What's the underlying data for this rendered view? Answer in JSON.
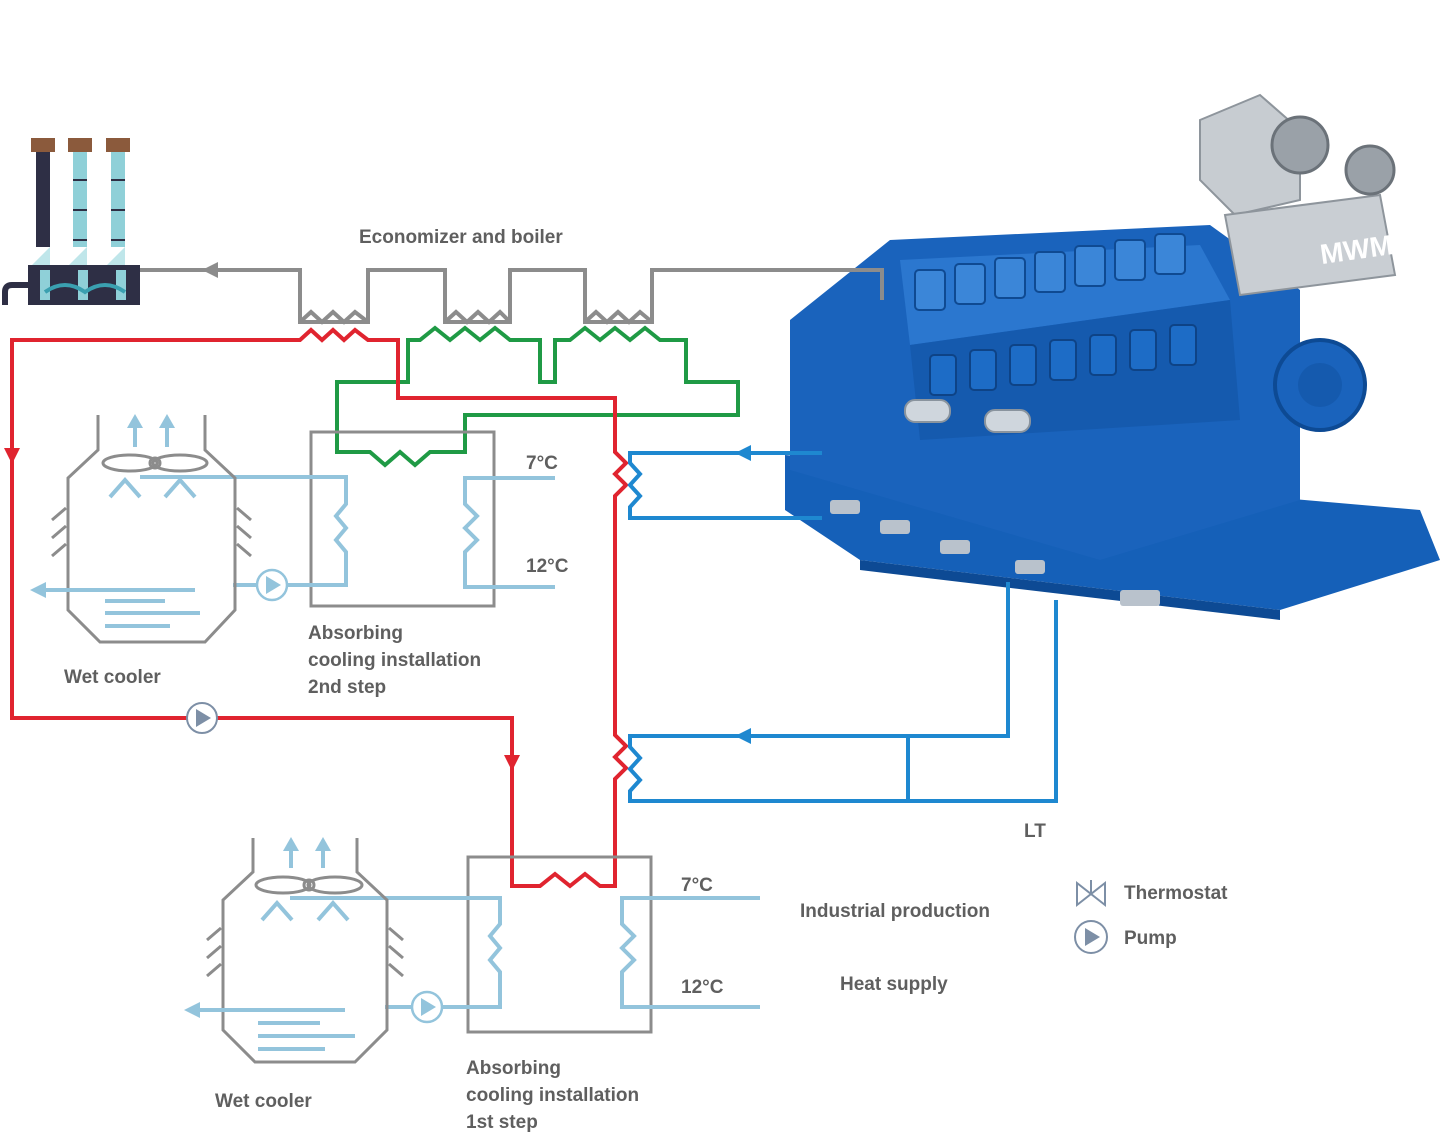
{
  "labels": {
    "economizer": "Economizer and boiler",
    "wet_cooler_top": "Wet cooler",
    "wet_cooler_bottom": "Wet cooler",
    "absorbing_2nd": [
      "Absorbing",
      "cooling installation",
      "2nd step"
    ],
    "absorbing_1st": [
      "Absorbing",
      "cooling installation",
      "1st step"
    ],
    "lt": "LT",
    "temp_top_7": "7°C",
    "temp_top_12": "12°C",
    "temp_bottom_7": "7°C",
    "temp_bottom_12": "12°C",
    "industrial_production": "Industrial production",
    "heat_supply": "Heat supply"
  },
  "legend": {
    "thermostat": "Thermostat",
    "pump": "Pump"
  },
  "engine_brand": "MWM",
  "colors": {
    "exhaust": "#8c8c8c",
    "hot_water": "#e0242f",
    "green_circuit": "#1f9a45",
    "engine_water": "#1e88d0",
    "cooling_water": "#93c4dc",
    "box": "#8c8c8c",
    "text": "#5f5f5f",
    "engine_body": "#1a5fb4"
  }
}
